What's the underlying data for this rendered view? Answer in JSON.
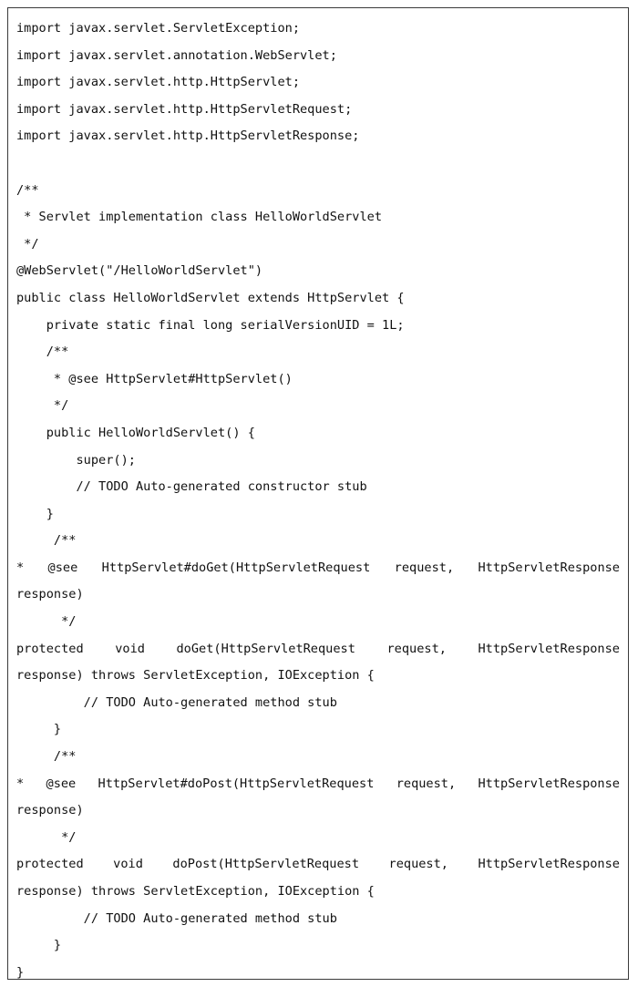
{
  "code": {
    "lines": [
      "import javax.servlet.ServletException;",
      "import javax.servlet.annotation.WebServlet;",
      "import javax.servlet.http.HttpServlet;",
      "import javax.servlet.http.HttpServletRequest;",
      "import javax.servlet.http.HttpServletResponse;",
      "",
      "/**",
      " * Servlet implementation class HelloWorldServlet",
      " */",
      "@WebServlet(\"/HelloWorldServlet\")",
      "public class HelloWorldServlet extends HttpServlet {",
      "    private static final long serialVersionUID = 1L;",
      "    /**",
      "     * @see HttpServlet#HttpServlet()",
      "     */",
      "    public HelloWorldServlet() {",
      "        super();",
      "        // TODO Auto-generated constructor stub",
      "    }",
      "     /**",
      "      * @see HttpServlet#doGet(HttpServletRequest request, HttpServletResponse",
      "response)",
      "      */",
      "     protected void doGet(HttpServletRequest request, HttpServletResponse",
      "response) throws ServletException, IOException {",
      "         // TODO Auto-generated method stub",
      "     }",
      "     /**",
      "      * @see HttpServlet#doPost(HttpServletRequest request, HttpServletResponse",
      "response)",
      "      */",
      "     protected void doPost(HttpServletRequest request, HttpServletResponse",
      "response) throws ServletException, IOException {",
      "         // TODO Auto-generated method stub",
      "     }",
      "}"
    ]
  }
}
